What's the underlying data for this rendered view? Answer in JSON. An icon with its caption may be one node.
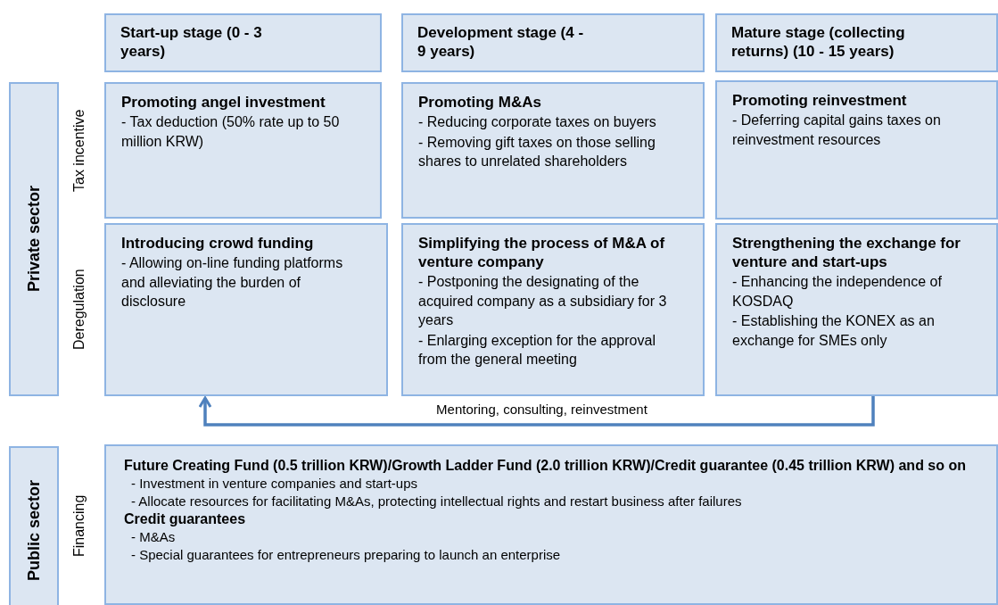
{
  "diagram": {
    "nodes": [
      {
        "text": [
          "Start-up stage (0 - 3 years)"
        ]
      },
      {
        "text": [
          "Development stage (4 - 9 years)"
        ]
      },
      {
        "text": [
          "Mature stage (collecting returns) (10 - 15 years)"
        ]
      },
      {
        "text": [
          "Private sector"
        ]
      },
      {
        "text": [
          "Promoting angel investment",
          "- Tax deduction (50% rate up to 50 million KRW)"
        ]
      },
      {
        "text": [
          "Promoting M&As",
          "- Reducing corporate taxes on buyers",
          "- Removing gift taxes on those selling shares to unrelated shareholders"
        ]
      },
      {
        "text": [
          "Promoting reinvestment",
          "- Deferring capital gains taxes on reinvestment resources"
        ]
      },
      {
        "text": [
          "Introducing crowd funding",
          "- Allowing on-line funding platforms and alleviating the burden of disclosure"
        ]
      },
      {
        "text": [
          "Simplifying the process of M&A of venture company",
          "- Postponing the designating of the acquired company as a subsidiary for 3 years",
          "- Enlarging exception for the approval from the general meeting"
        ]
      },
      {
        "text": [
          "Strengthening the exchange for venture and start-ups",
          "- Enhancing the independence of KOSDAQ",
          "- Establishing the KONEX as an exchange for SMEs only"
        ]
      },
      {
        "text": [
          "Public sector"
        ]
      },
      {
        "text": [
          "Future Creating Fund (0.5 trillion KRW)/Growth Ladder Fund (2.0 trillion KRW)/Credit guarantee (0.45 trillion KRW) and so on",
          "- Investment in venture companies and start-ups",
          "- Allocate resources for facilitating M&As, protecting intellectual rights and restart business after failures",
          "Credit guarantees",
          "- M&As",
          "- Special guarantees for entrepreneurs preparing to launch an enterprise"
        ]
      }
    ],
    "edges": [
      {
        "from": 9,
        "to": 7,
        "arrow": "to",
        "label": "Mentoring, consulting, reinvestment"
      }
    ],
    "labels": [
      "Tax incentive",
      "Deregulation",
      "Financing"
    ]
  }
}
